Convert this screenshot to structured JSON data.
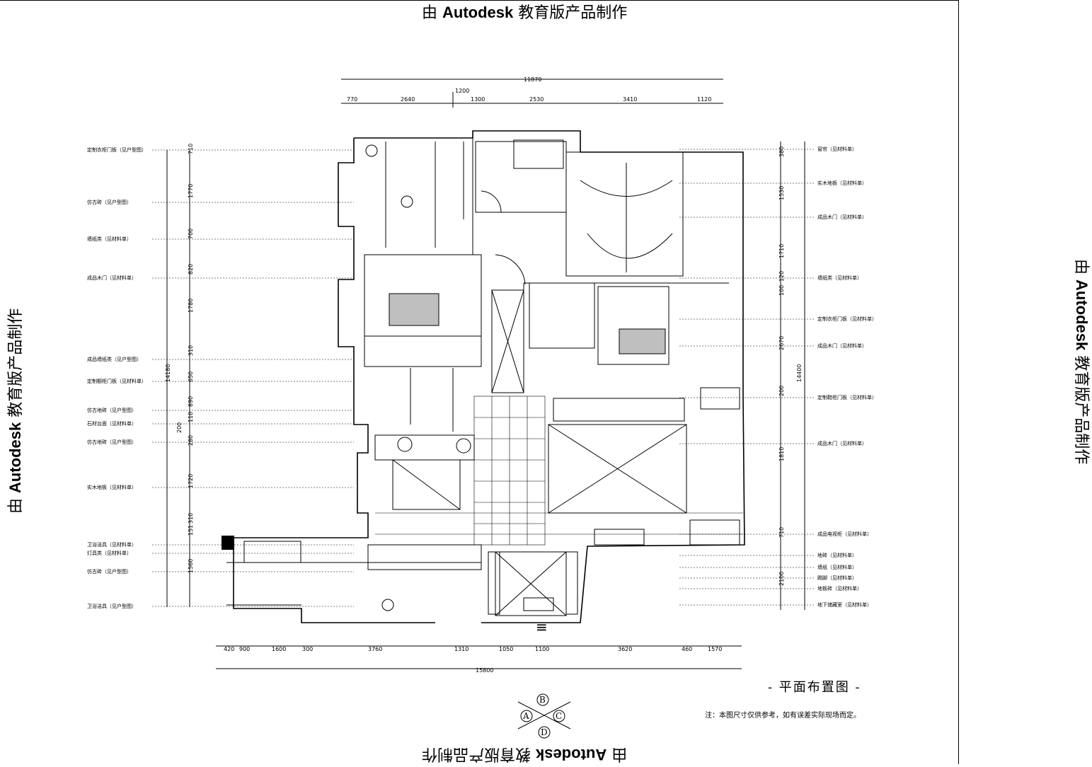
{
  "watermark": {
    "prefix": "由",
    "brand": "Autodesk",
    "suffix": "教育版产品制作"
  },
  "plan": {
    "title": "- 平面布置图 -",
    "note": "注：本图尺寸仅供参考，如有误差实际现场而定。",
    "entry_mark": "≡"
  },
  "compass": {
    "top": "B",
    "left": "A",
    "right": "C",
    "bottom": "D"
  },
  "dims": {
    "top_total": "11870",
    "top_sub": "1200",
    "top": [
      "770",
      "2640",
      "1300",
      "2530",
      "3410",
      "1120"
    ],
    "bottom": [
      "420",
      "900",
      "1600",
      "300",
      "3760",
      "1310",
      "1050",
      "1100",
      "3620",
      "460",
      "1570"
    ],
    "bottom_total": "15800",
    "left_total": "14180",
    "left_sub": "200",
    "left": [
      "710",
      "1770",
      "700",
      "820",
      "1780",
      "310",
      "650",
      "890",
      "110",
      "280",
      "1720",
      "310",
      "151",
      "1560"
    ],
    "right_total": "14400",
    "right": [
      "380",
      "1530",
      "1710",
      "100",
      "120",
      "2670",
      "200",
      "1810",
      "710",
      "2100"
    ]
  },
  "labels": {
    "left": [
      "定制衣柜门板（见户型图）",
      "仿古砖（见户型图）",
      "墙纸类（见材料单）",
      "成品木门（见材料单）",
      "成品墙纸类（见户型图）",
      "定制橱柜门板（见材料单）",
      "仿古地砖（见户型图）",
      "石材台面（见材料单）",
      "仿古地砖（见户型图）",
      "实木地板（见材料单）",
      "卫浴洁具（见材料单）",
      "灯具类（见材料单）",
      "仿古砖（见户型图）",
      "卫浴洁具（见户型图）"
    ],
    "right": [
      "窗帘（见材料单）",
      "实木地板（见材料单）",
      "成品木门（见材料单）",
      "墙纸类（见材料单）",
      "定制衣柜门板（见材料单）",
      "成品木门（见材料单）",
      "定制鞋柜门板（见材料单）",
      "成品木门（见材料单）",
      "成品电视柜（见材料单）",
      "地砖（见材料单）",
      "墙纸（见材料单）",
      "踢脚（见材料单）",
      "地板砖（见材料单）",
      "地下储藏室（见材料单）"
    ]
  }
}
